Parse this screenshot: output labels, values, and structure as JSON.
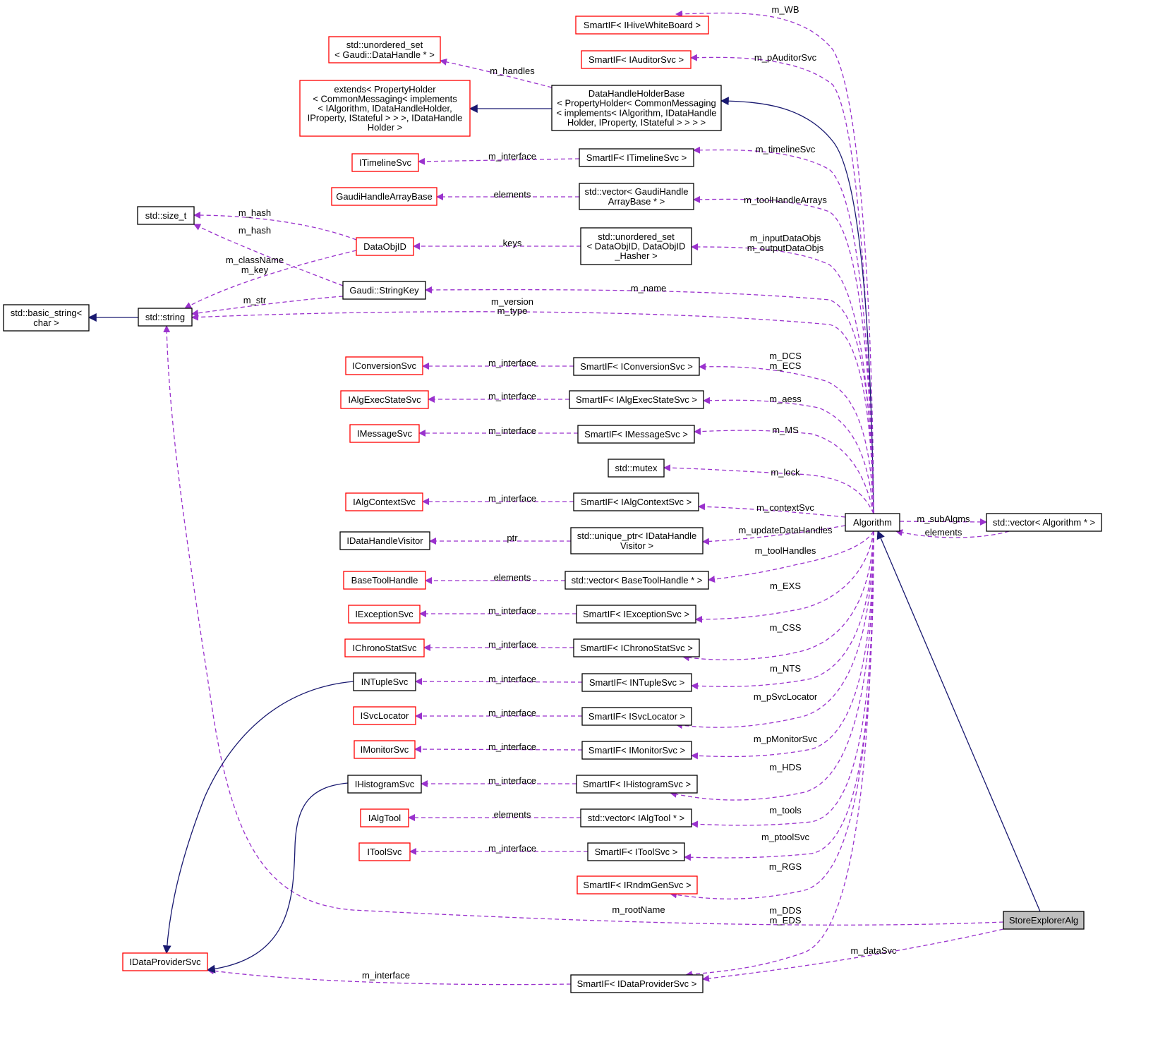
{
  "colors": {
    "usage_edge": "#9a32cd",
    "inheritance_edge": "#191970",
    "incomplete_node_border": "#ff0000",
    "complete_node_border": "#000000",
    "focus_node_fill": "#bfbfbf"
  },
  "nodes": [
    {
      "id": "hivewb",
      "style": "red",
      "lines": [
        "SmartIF< IHiveWhiteBoard >"
      ]
    },
    {
      "id": "useth",
      "style": "red",
      "lines": [
        "std::unordered_set",
        "< Gaudi::DataHandle * >"
      ]
    },
    {
      "id": "auditor",
      "style": "red",
      "lines": [
        "SmartIF< IAuditorSvc >"
      ]
    },
    {
      "id": "extends",
      "style": "red",
      "lines": [
        "extends< PropertyHolder",
        "< CommonMessaging< implements",
        "< IAlgorithm, IDataHandleHolder,",
        " IProperty, IStateful > > >, IDataHandle",
        "Holder >"
      ]
    },
    {
      "id": "dhhb",
      "style": "black",
      "lines": [
        "DataHandleHolderBase",
        "< PropertyHolder< CommonMessaging",
        "< implements< IAlgorithm, IDataHandle",
        "Holder, IProperty, IStateful > > > >"
      ]
    },
    {
      "id": "itimeline",
      "style": "red",
      "lines": [
        "ITimelineSvc"
      ]
    },
    {
      "id": "smtimeline",
      "style": "black",
      "lines": [
        "SmartIF< ITimelineSvc >"
      ]
    },
    {
      "id": "ghab",
      "style": "red",
      "lines": [
        "GaudiHandleArrayBase"
      ]
    },
    {
      "id": "vecghab",
      "style": "black",
      "lines": [
        "std::vector< GaudiHandle",
        "ArrayBase * >"
      ]
    },
    {
      "id": "sizet",
      "style": "black",
      "lines": [
        "std::size_t"
      ]
    },
    {
      "id": "dataobjid",
      "style": "red",
      "lines": [
        "DataObjID"
      ]
    },
    {
      "id": "usetdo",
      "style": "black",
      "lines": [
        "std::unordered_set",
        "< DataObjID, DataObjID",
        "_Hasher >"
      ]
    },
    {
      "id": "strkey",
      "style": "black",
      "lines": [
        "Gaudi::StringKey"
      ]
    },
    {
      "id": "basicstr",
      "style": "black",
      "lines": [
        "std::basic_string<",
        "char >"
      ]
    },
    {
      "id": "stdstring",
      "style": "black",
      "lines": [
        "std::string"
      ]
    },
    {
      "id": "iconv",
      "style": "red",
      "lines": [
        "IConversionSvc"
      ]
    },
    {
      "id": "smconv",
      "style": "black",
      "lines": [
        "SmartIF< IConversionSvc >"
      ]
    },
    {
      "id": "iaes",
      "style": "red",
      "lines": [
        "IAlgExecStateSvc"
      ]
    },
    {
      "id": "smaes",
      "style": "black",
      "lines": [
        "SmartIF< IAlgExecStateSvc >"
      ]
    },
    {
      "id": "imsg",
      "style": "red",
      "lines": [
        "IMessageSvc"
      ]
    },
    {
      "id": "smmsg",
      "style": "black",
      "lines": [
        "SmartIF< IMessageSvc >"
      ]
    },
    {
      "id": "mutex",
      "style": "black",
      "lines": [
        "std::mutex"
      ]
    },
    {
      "id": "ictx",
      "style": "red",
      "lines": [
        "IAlgContextSvc"
      ]
    },
    {
      "id": "smctx",
      "style": "black",
      "lines": [
        "SmartIF< IAlgContextSvc >"
      ]
    },
    {
      "id": "algorithm",
      "style": "black",
      "lines": [
        "Algorithm"
      ]
    },
    {
      "id": "vecalg",
      "style": "black",
      "lines": [
        "std::vector< Algorithm * >"
      ]
    },
    {
      "id": "idhv",
      "style": "black",
      "lines": [
        "IDataHandleVisitor"
      ]
    },
    {
      "id": "uptr",
      "style": "black",
      "lines": [
        "std::unique_ptr< IDataHandle",
        "Visitor >"
      ]
    },
    {
      "id": "btool",
      "style": "red",
      "lines": [
        "BaseToolHandle"
      ]
    },
    {
      "id": "vecbtool",
      "style": "black",
      "lines": [
        "std::vector< BaseToolHandle * >"
      ]
    },
    {
      "id": "iexc",
      "style": "red",
      "lines": [
        "IExceptionSvc"
      ]
    },
    {
      "id": "smexc",
      "style": "black",
      "lines": [
        "SmartIF< IExceptionSvc >"
      ]
    },
    {
      "id": "ichrono",
      "style": "red",
      "lines": [
        "IChronoStatSvc"
      ]
    },
    {
      "id": "smchrono",
      "style": "black",
      "lines": [
        "SmartIF< IChronoStatSvc >"
      ]
    },
    {
      "id": "intuple",
      "style": "black",
      "lines": [
        "INTupleSvc"
      ]
    },
    {
      "id": "smntuple",
      "style": "black",
      "lines": [
        "SmartIF< INTupleSvc >"
      ]
    },
    {
      "id": "isvcloc",
      "style": "red",
      "lines": [
        "ISvcLocator"
      ]
    },
    {
      "id": "smsvcloc",
      "style": "black",
      "lines": [
        "SmartIF< ISvcLocator >"
      ]
    },
    {
      "id": "imon",
      "style": "red",
      "lines": [
        "IMonitorSvc"
      ]
    },
    {
      "id": "smmon",
      "style": "black",
      "lines": [
        "SmartIF< IMonitorSvc >"
      ]
    },
    {
      "id": "ihisto",
      "style": "black",
      "lines": [
        "IHistogramSvc"
      ]
    },
    {
      "id": "smhisto",
      "style": "black",
      "lines": [
        "SmartIF< IHistogramSvc >"
      ]
    },
    {
      "id": "ialgtool",
      "style": "red",
      "lines": [
        "IAlgTool"
      ]
    },
    {
      "id": "vecalgtool",
      "style": "black",
      "lines": [
        "std::vector< IAlgTool * >"
      ]
    },
    {
      "id": "itoolsvc",
      "style": "red",
      "lines": [
        "IToolSvc"
      ]
    },
    {
      "id": "smtoolsvc",
      "style": "black",
      "lines": [
        "SmartIF< IToolSvc >"
      ]
    },
    {
      "id": "smrndm",
      "style": "red",
      "lines": [
        "SmartIF< IRndmGenSvc >"
      ]
    },
    {
      "id": "storeexp",
      "style": "gray",
      "lines": [
        "StoreExplorerAlg"
      ]
    },
    {
      "id": "idps",
      "style": "red",
      "lines": [
        "IDataProviderSvc"
      ]
    },
    {
      "id": "smidps",
      "style": "black",
      "lines": [
        "SmartIF< IDataProviderSvc >"
      ]
    }
  ],
  "edges": [
    {
      "id": "e-wb",
      "kind": "usage",
      "lines": [
        "m_WB"
      ]
    },
    {
      "id": "e-handles",
      "kind": "usage",
      "lines": [
        "m_handles"
      ]
    },
    {
      "id": "e-auditor",
      "kind": "usage",
      "lines": [
        "m_pAuditorSvc"
      ]
    },
    {
      "id": "e-dhhb-ext",
      "kind": "inheritance",
      "lines": []
    },
    {
      "id": "e-alg-dhhb",
      "kind": "inheritance",
      "lines": []
    },
    {
      "id": "e-tl-iface",
      "kind": "usage",
      "lines": [
        "m_interface"
      ]
    },
    {
      "id": "e-timeline",
      "kind": "usage",
      "lines": [
        "m_timelineSvc"
      ]
    },
    {
      "id": "e-ghab-el",
      "kind": "usage",
      "lines": [
        "elements"
      ]
    },
    {
      "id": "e-tha",
      "kind": "usage",
      "lines": [
        "m_toolHandleArrays"
      ]
    },
    {
      "id": "e-doid-hash",
      "kind": "usage",
      "lines": [
        "m_hash"
      ]
    },
    {
      "id": "e-sk-hash",
      "kind": "usage",
      "lines": [
        "m_hash"
      ]
    },
    {
      "id": "e-doid-str",
      "kind": "usage",
      "lines": [
        "m_className",
        "m_key"
      ]
    },
    {
      "id": "e-sk-str",
      "kind": "usage",
      "lines": [
        "m_str"
      ]
    },
    {
      "id": "e-keys",
      "kind": "usage",
      "lines": [
        "keys"
      ]
    },
    {
      "id": "e-io",
      "kind": "usage",
      "lines": [
        "m_inputDataObjs",
        "m_outputDataObjs"
      ]
    },
    {
      "id": "e-name",
      "kind": "usage",
      "lines": [
        "m_name"
      ]
    },
    {
      "id": "e-vt",
      "kind": "usage",
      "lines": [
        "m_version",
        "m_type"
      ]
    },
    {
      "id": "e-str-basic",
      "kind": "inheritance",
      "lines": []
    },
    {
      "id": "e-conv-if",
      "kind": "usage",
      "lines": [
        "m_interface"
      ]
    },
    {
      "id": "e-dcs",
      "kind": "usage",
      "lines": [
        "m_DCS",
        "m_ECS"
      ]
    },
    {
      "id": "e-aes-if",
      "kind": "usage",
      "lines": [
        "m_interface"
      ]
    },
    {
      "id": "e-aess",
      "kind": "usage",
      "lines": [
        "m_aess"
      ]
    },
    {
      "id": "e-msg-if",
      "kind": "usage",
      "lines": [
        "m_interface"
      ]
    },
    {
      "id": "e-ms",
      "kind": "usage",
      "lines": [
        "m_MS"
      ]
    },
    {
      "id": "e-lock",
      "kind": "usage",
      "lines": [
        "m_lock"
      ]
    },
    {
      "id": "e-ctx-if",
      "kind": "usage",
      "lines": [
        "m_interface"
      ]
    },
    {
      "id": "e-ctx",
      "kind": "usage",
      "lines": [
        "m_contextSvc"
      ]
    },
    {
      "id": "e-subalg",
      "kind": "usage",
      "lines": [
        "m_subAlgms"
      ]
    },
    {
      "id": "e-vecalg-el",
      "kind": "usage",
      "lines": [
        "elements"
      ]
    },
    {
      "id": "e-ptr",
      "kind": "usage",
      "lines": [
        "ptr"
      ]
    },
    {
      "id": "e-udh",
      "kind": "usage",
      "lines": [
        "m_updateDataHandles"
      ]
    },
    {
      "id": "e-bt-el",
      "kind": "usage",
      "lines": [
        "elements"
      ]
    },
    {
      "id": "e-th",
      "kind": "usage",
      "lines": [
        "m_toolHandles"
      ]
    },
    {
      "id": "e-exc-if",
      "kind": "usage",
      "lines": [
        "m_interface"
      ]
    },
    {
      "id": "e-exs",
      "kind": "usage",
      "lines": [
        "m_EXS"
      ]
    },
    {
      "id": "e-chr-if",
      "kind": "usage",
      "lines": [
        "m_interface"
      ]
    },
    {
      "id": "e-css",
      "kind": "usage",
      "lines": [
        "m_CSS"
      ]
    },
    {
      "id": "e-nt-if",
      "kind": "usage",
      "lines": [
        "m_interface"
      ]
    },
    {
      "id": "e-nts",
      "kind": "usage",
      "lines": [
        "m_NTS"
      ]
    },
    {
      "id": "e-sl-if",
      "kind": "usage",
      "lines": [
        "m_interface"
      ]
    },
    {
      "id": "e-psl",
      "kind": "usage",
      "lines": [
        "m_pSvcLocator"
      ]
    },
    {
      "id": "e-mon-if",
      "kind": "usage",
      "lines": [
        "m_interface"
      ]
    },
    {
      "id": "e-pmon",
      "kind": "usage",
      "lines": [
        "m_pMonitorSvc"
      ]
    },
    {
      "id": "e-his-if",
      "kind": "usage",
      "lines": [
        "m_interface"
      ]
    },
    {
      "id": "e-hds",
      "kind": "usage",
      "lines": [
        "m_HDS"
      ]
    },
    {
      "id": "e-at-el",
      "kind": "usage",
      "lines": [
        "elements"
      ]
    },
    {
      "id": "e-tools",
      "kind": "usage",
      "lines": [
        "m_tools"
      ]
    },
    {
      "id": "e-ts-if",
      "kind": "usage",
      "lines": [
        "m_interface"
      ]
    },
    {
      "id": "e-pts",
      "kind": "usage",
      "lines": [
        "m_ptoolSvc"
      ]
    },
    {
      "id": "e-rgs",
      "kind": "usage",
      "lines": [
        "m_RGS"
      ]
    },
    {
      "id": "e-rootname",
      "kind": "usage",
      "lines": [
        "m_rootName"
      ]
    },
    {
      "id": "e-se-alg",
      "kind": "inheritance",
      "lines": []
    },
    {
      "id": "e-dds",
      "kind": "usage",
      "lines": [
        "m_DDS",
        "m_EDS"
      ]
    },
    {
      "id": "e-datasvc",
      "kind": "usage",
      "lines": [
        "m_dataSvc"
      ]
    },
    {
      "id": "e-idps-if",
      "kind": "usage",
      "lines": [
        "m_interface"
      ]
    },
    {
      "id": "e-nt-idps",
      "kind": "inheritance",
      "lines": []
    },
    {
      "id": "e-his-idps",
      "kind": "inheritance",
      "lines": []
    }
  ]
}
